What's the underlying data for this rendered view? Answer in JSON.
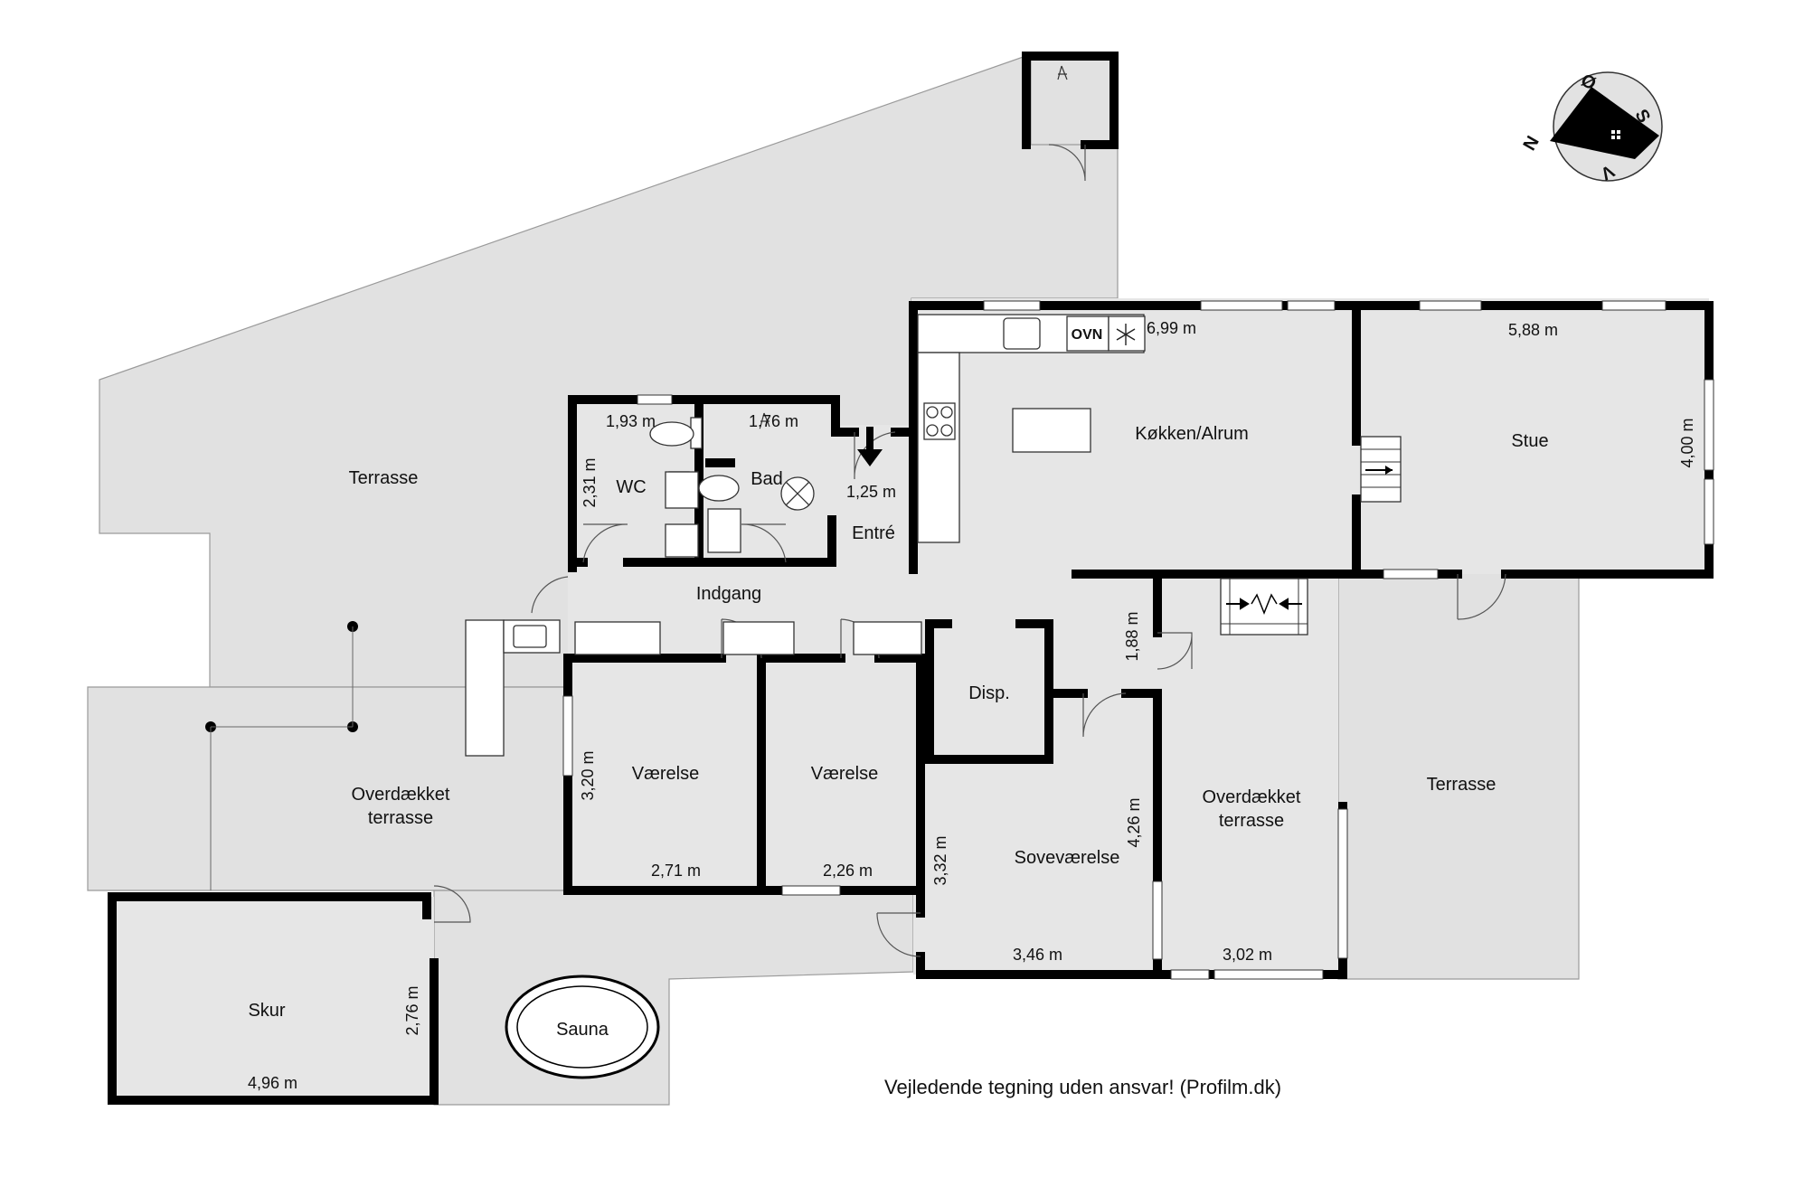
{
  "rooms": {
    "terrasse_nw": "Terrasse",
    "wc": "WC",
    "bad": "Bad",
    "entre": "Entré",
    "indgang": "Indgang",
    "koekken": "Køkken/Alrum",
    "stue": "Stue",
    "disp": "Disp.",
    "vaerelse_1": "Værelse",
    "vaerelse_2": "Værelse",
    "sovevaerelse": "Soveværelse",
    "overdaekket_west_1": "Overdækket",
    "overdaekket_west_2": "terrasse",
    "overdaekket_east_1": "Overdækket",
    "overdaekket_east_2": "terrasse",
    "terrasse_east": "Terrasse",
    "skur": "Skur",
    "sauna": "Sauna",
    "ovn": "OVN"
  },
  "dimensions": {
    "wc_width": "1,93 m",
    "bad_width": "1,76 m",
    "wc_height": "2,31 m",
    "entre_width": "1,25 m",
    "koekken_width": "6,99 m",
    "stue_width": "5,88 m",
    "stue_height": "4,00 m",
    "hall_height": "1,88 m",
    "vaerelse_height": "3,20 m",
    "vaerelse1_width": "2,71 m",
    "vaerelse2_width": "2,26 m",
    "sove_height_left": "3,32 m",
    "sove_height_right": "4,26 m",
    "sove_width": "3,46 m",
    "overdaekket_width": "3,02 m",
    "skur_height": "2,76 m",
    "skur_width": "4,96 m"
  },
  "compass": {
    "n": "N",
    "oe": "Ø",
    "s": "S",
    "v": "V"
  },
  "disclaimer": "Vejledende tegning uden ansvar! (Profilm.dk)"
}
